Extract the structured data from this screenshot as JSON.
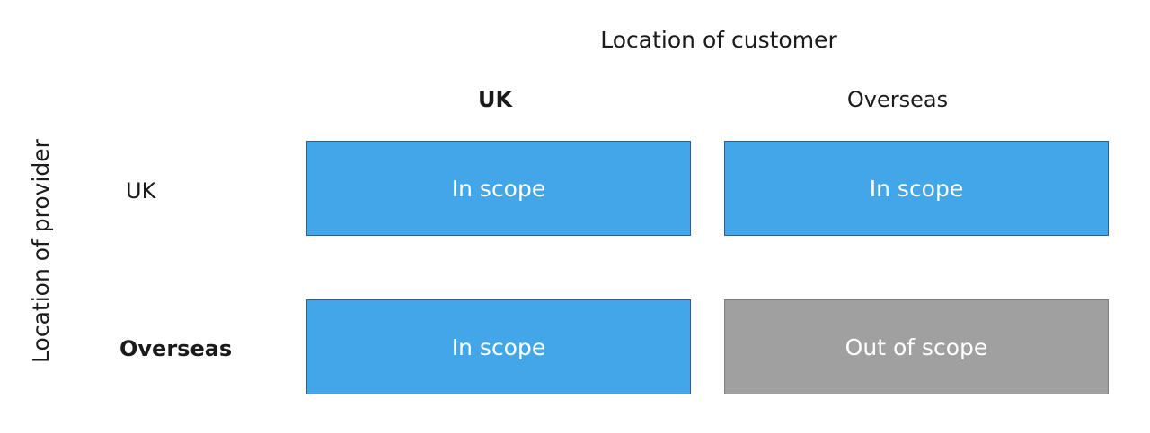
{
  "titles": {
    "customer_axis": "Location of customer",
    "provider_axis": "Location of provider"
  },
  "columns": {
    "uk": "UK",
    "overseas": "Overseas"
  },
  "rows": {
    "uk": "UK",
    "overseas": "Overseas"
  },
  "cells": {
    "uk_uk": "In scope",
    "uk_overseas": "In scope",
    "overseas_uk": "In scope",
    "overseas_overseas": "Out of scope"
  },
  "colors": {
    "in_scope": "#42a6e9",
    "out_of_scope": "#a0a0a0",
    "border": "#2d5f90"
  }
}
